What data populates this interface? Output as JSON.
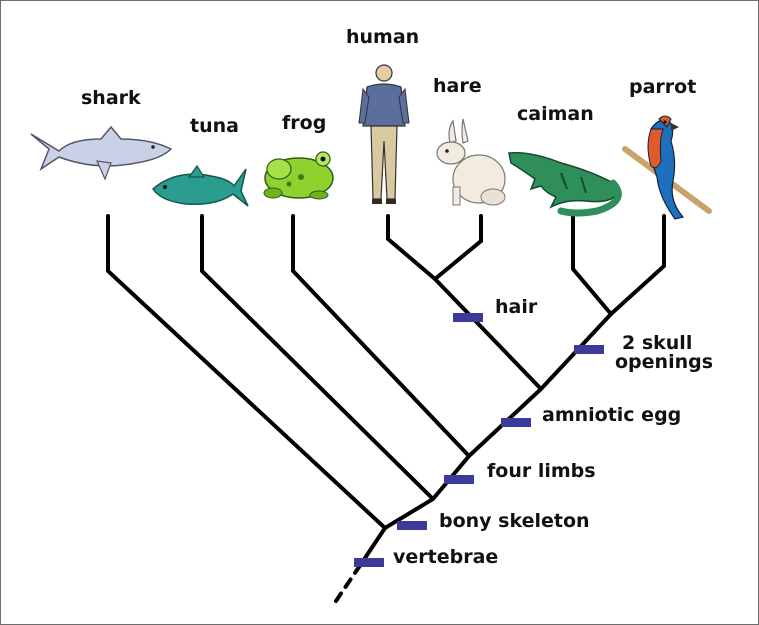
{
  "taxa": [
    {
      "id": "shark",
      "label": "shark"
    },
    {
      "id": "tuna",
      "label": "tuna"
    },
    {
      "id": "frog",
      "label": "frog"
    },
    {
      "id": "human",
      "label": "human"
    },
    {
      "id": "hare",
      "label": "hare"
    },
    {
      "id": "caiman",
      "label": "caiman"
    },
    {
      "id": "parrot",
      "label": "parrot"
    }
  ],
  "traits": [
    {
      "id": "vertebrae",
      "lines": [
        "vertebrae"
      ]
    },
    {
      "id": "bony-skeleton",
      "lines": [
        "bony skeleton"
      ]
    },
    {
      "id": "four-limbs",
      "lines": [
        "four limbs"
      ]
    },
    {
      "id": "amniotic-egg",
      "lines": [
        "amniotic egg"
      ]
    },
    {
      "id": "skull-openings",
      "lines": [
        "2 skull",
        "openings"
      ]
    },
    {
      "id": "hair",
      "lines": [
        "hair"
      ]
    }
  ],
  "colors": {
    "trait_marker": "#3b3b9c",
    "branch": "#000000",
    "shark": "#c9d1e6",
    "tuna": "#2a9d8f",
    "frog": "#8fd12e",
    "human_shirt": "#5a6f9a",
    "human_pants": "#d9c9a0",
    "hare": "#f2ece0",
    "caiman": "#2e8f5b",
    "parrot_body": "#e05a2b",
    "parrot_wing": "#1f6fbf"
  }
}
